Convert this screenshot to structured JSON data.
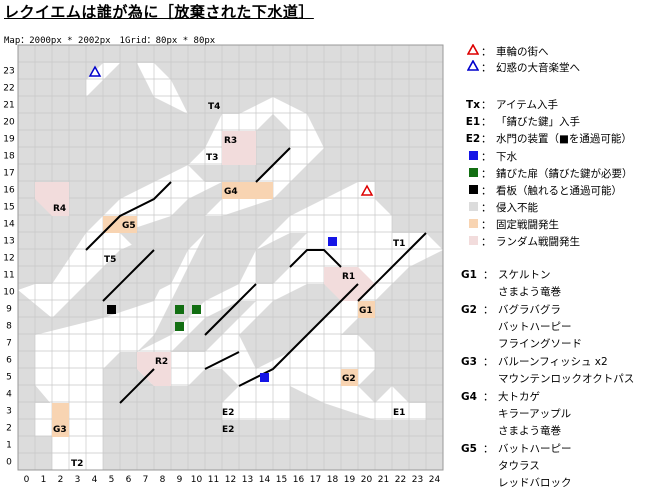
{
  "title": "レクイエムは誰が為に［放棄された下水道］",
  "map_info": "Map：2000px * 2002px　1Grid：80px * 80px",
  "axis": {
    "x_ticks": [
      "0",
      "1",
      "2",
      "3",
      "4",
      "5",
      "6",
      "7",
      "8",
      "9",
      "10",
      "11",
      "12",
      "13",
      "14",
      "15",
      "16",
      "17",
      "18",
      "19",
      "20",
      "21",
      "22",
      "23",
      "24"
    ],
    "y_ticks": [
      "23",
      "22",
      "21",
      "20",
      "19",
      "18",
      "17",
      "16",
      "15",
      "14",
      "13",
      "12",
      "11",
      "10",
      "9",
      "8",
      "7",
      "6",
      "5",
      "4",
      "3",
      "2",
      "1",
      "0"
    ]
  },
  "map_labels": {
    "t1": "T1",
    "t2": "T2",
    "t3": "T3",
    "t4": "T4",
    "t5": "T5",
    "r1": "R1",
    "r2": "R2",
    "r3": "R3",
    "r4": "R4",
    "g1": "G1",
    "g2": "G2",
    "g3": "G3",
    "g4": "G4",
    "g5": "G5",
    "e1": "E1",
    "e2a": "E2",
    "e2b": "E2"
  },
  "colors": {
    "map_background": "#dcdcdc",
    "floor": "#ffffff",
    "grid_line": "#c8c8c8",
    "fixed_battle": "#f8d4b2",
    "random_battle": "#f2dcdc",
    "impassable": "#dcdcdc",
    "sewer": "#1515e6",
    "rusted_door": "#126e12",
    "sign": "#000000",
    "exit_red": "#dd0000",
    "exit_blue": "#0000cc"
  },
  "legend": [
    {
      "key_icon": "red-triangle-icon",
      "sep": "：",
      "text": "車輪の街へ"
    },
    {
      "key_icon": "blue-triangle-icon",
      "sep": "：",
      "text": "幻惑の大音楽堂へ"
    },
    {
      "key": "Tx",
      "sep": "：",
      "text": "アイテム入手"
    },
    {
      "key": "E1",
      "sep": "：",
      "text": "「錆びた鍵」入手"
    },
    {
      "key": "E2",
      "sep": "：",
      "text": "水門の装置（■を通過可能）"
    },
    {
      "key_icon": "blue-square-icon",
      "sep": "：",
      "text": "下水"
    },
    {
      "key_icon": "green-square-icon",
      "sep": "：",
      "text": "錆びた扉（錆びた鍵が必要）"
    },
    {
      "key_icon": "black-square-icon",
      "sep": "：",
      "text": "看板（触れると通過可能）"
    },
    {
      "key_icon": "gray-square-icon",
      "sep": "：",
      "text": "侵入不能"
    },
    {
      "key_icon": "orange-square-icon",
      "sep": "：",
      "text": "固定戦闘発生"
    },
    {
      "key_icon": "pink-square-icon",
      "sep": "：",
      "text": "ランダム戦闘発生"
    }
  ],
  "groups": [
    {
      "key": "G1",
      "sep": "：",
      "enemies": [
        "スケルトン",
        "さまよう竜巻"
      ]
    },
    {
      "key": "G2",
      "sep": "：",
      "enemies": [
        "バグラバグラ",
        "バットハーピー",
        "フライングソード"
      ]
    },
    {
      "key": "G3",
      "sep": "：",
      "enemies": [
        "バルーンフィッシュ x2",
        "マウンテンロックオクトパス"
      ]
    },
    {
      "key": "G4",
      "sep": "：",
      "enemies": [
        "大トカゲ",
        "キラーアップル",
        "さまよう竜巻"
      ]
    },
    {
      "key": "G5",
      "sep": "：",
      "enemies": [
        "バットハーピー",
        "タウラス",
        "レッドバロック"
      ]
    }
  ]
}
